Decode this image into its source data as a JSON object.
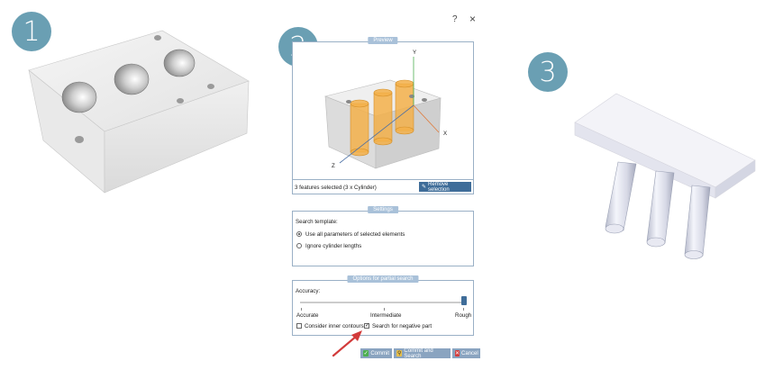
{
  "badges": [
    "1",
    "2",
    "3"
  ],
  "dialog": {
    "help": "?",
    "close": "×",
    "preview": {
      "legend": "Preview",
      "axis_y": "Y",
      "axis_x": "X",
      "axis_z": "Z",
      "status": "3 features selected (3 x Cylinder)",
      "remove_label": "Remove selection"
    },
    "settings": {
      "legend": "Settings",
      "search_template_label": "Search template:",
      "option_all": "Use all parameters of selected elements",
      "option_ignore": "Ignore cylinder lengths"
    },
    "partial": {
      "legend": "Options for partial search",
      "accuracy_label": "Accuracy:",
      "accuracy_value": 1.0,
      "tick_accurate": "Accurate",
      "tick_intermediate": "Intermediate",
      "tick_rough": "Rough",
      "inner_contours": "Consider inner contours",
      "negative_part": "Search for negative part"
    },
    "buttons": {
      "commit": "Commit",
      "commit_search": "Commit and Search",
      "cancel": "Cancel"
    }
  },
  "colors": {
    "badge": "#6a9fb3",
    "frame": "#9ab0c6",
    "legend": "#a9c1d9",
    "button": "#8aa4c0",
    "remove_button": "#3f6d99",
    "cylinders": "#f3b04a",
    "arrow": "#d23b3b"
  }
}
